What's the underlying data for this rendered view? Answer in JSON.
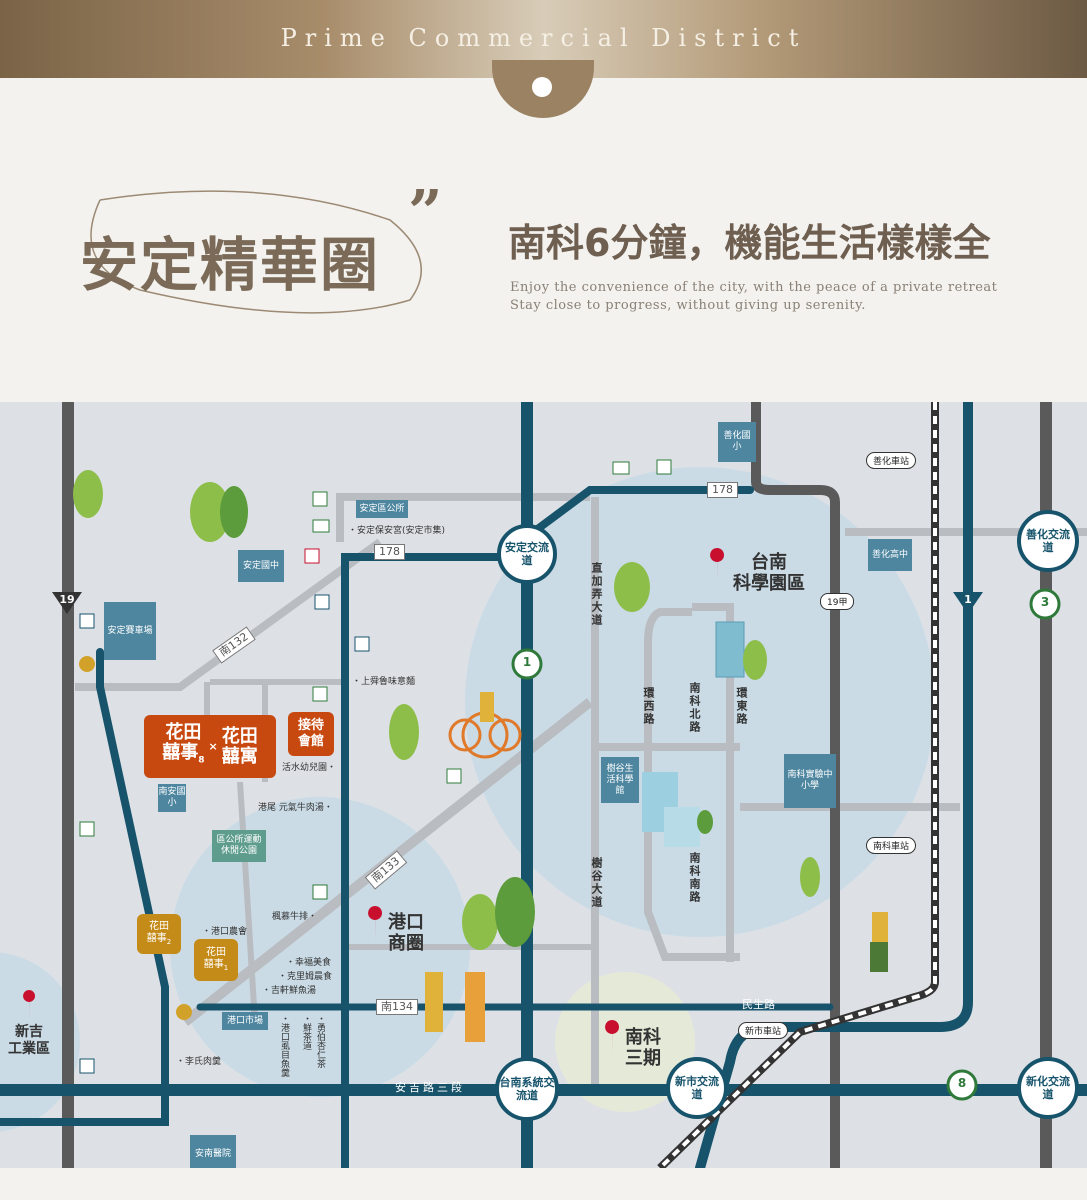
{
  "header": {
    "banner_text": "Prime Commercial District",
    "title": "安定精華圈",
    "subtitle": "南科6分鐘，機能生活樣樣全",
    "desc_1": "Enjoy the convenience of the city, with the peace of a private retreat",
    "desc_2": "Stay close to progress, without giving up serenity."
  },
  "map": {
    "projects": {
      "huatian8_line1": "花田",
      "huatian8_line2": "囍事",
      "huatian8_sub": "8",
      "times": "×",
      "huayu_line1": "花田",
      "huayu_line2": "囍寓",
      "reception_1": "接待",
      "reception_2": "會館",
      "h2_line1": "花田",
      "h2_line2": "囍事",
      "h2_sub": "2",
      "h1_line1": "花田",
      "h1_line2": "囍事",
      "h1_sub": "1"
    },
    "interchanges": {
      "anding": "安定交流道",
      "shanhua": "善化交流道",
      "tainan_system": "台南系統交流道",
      "xinshi": "新市交流道",
      "xinhua": "新化交流道"
    },
    "stations": {
      "shanhua": "善化車站",
      "nanke": "南科車站",
      "xinshi": "新市車站"
    },
    "areas": {
      "science_park_1": "台南",
      "science_park_2": "科學園區",
      "gangkou_1": "港口",
      "gangkou_2": "商圈",
      "nanke3_1": "南科",
      "nanke3_2": "三期",
      "xinji_1": "新吉",
      "xinji_2": "工業區"
    },
    "boxes": {
      "anding_office": "安定區公所",
      "anding_junior": "安定國中",
      "anding_depot": "安定賽車場",
      "nanan": "南安國小",
      "sports_park": "區公所運動休閒公園",
      "gangkou_market": "港口市場",
      "anan_hospital": "安南醫院",
      "shanhua_elem": "善化國小",
      "shanhua_high": "善化高中",
      "shugu_museum": "樹谷生活科學館",
      "nanke_exp": "南科實驗中小學"
    },
    "pois": {
      "baoan": "・安定保安宮(安定市集)",
      "shangshun": "・上舜魯味意麵",
      "huoshui": "活水幼兒園・",
      "gangwei": "港尾 元氣牛肉湯・",
      "fengmu": "楓慕牛排・",
      "gangkou_farm": "・港口農會",
      "xingfu": "・幸福美食",
      "kelimu": "・克里姆晨食",
      "jixuan": "・吉軒鮮魚湯",
      "li": "・李氏肉羹",
      "oyster": "・港口虱目魚羹",
      "tea": "・鮮茶道",
      "yongbo": "・勇伯杏仁茶"
    },
    "roads": {
      "r178a": "178",
      "r178b": "178",
      "r132": "南132",
      "r133": "南133",
      "r134": "南134",
      "r19": "19",
      "r19jia": "19甲",
      "r1": "1",
      "r1b": "1",
      "r3": "3",
      "r8": "8",
      "minsheng": "民生路",
      "anji": "安吉路三段",
      "zhijia": "直加弄大道",
      "huanxi": "環西路",
      "nankebei": "南科北路",
      "huandong": "環東路",
      "shugu": "樹谷大道",
      "nankenan": "南科南路"
    }
  }
}
